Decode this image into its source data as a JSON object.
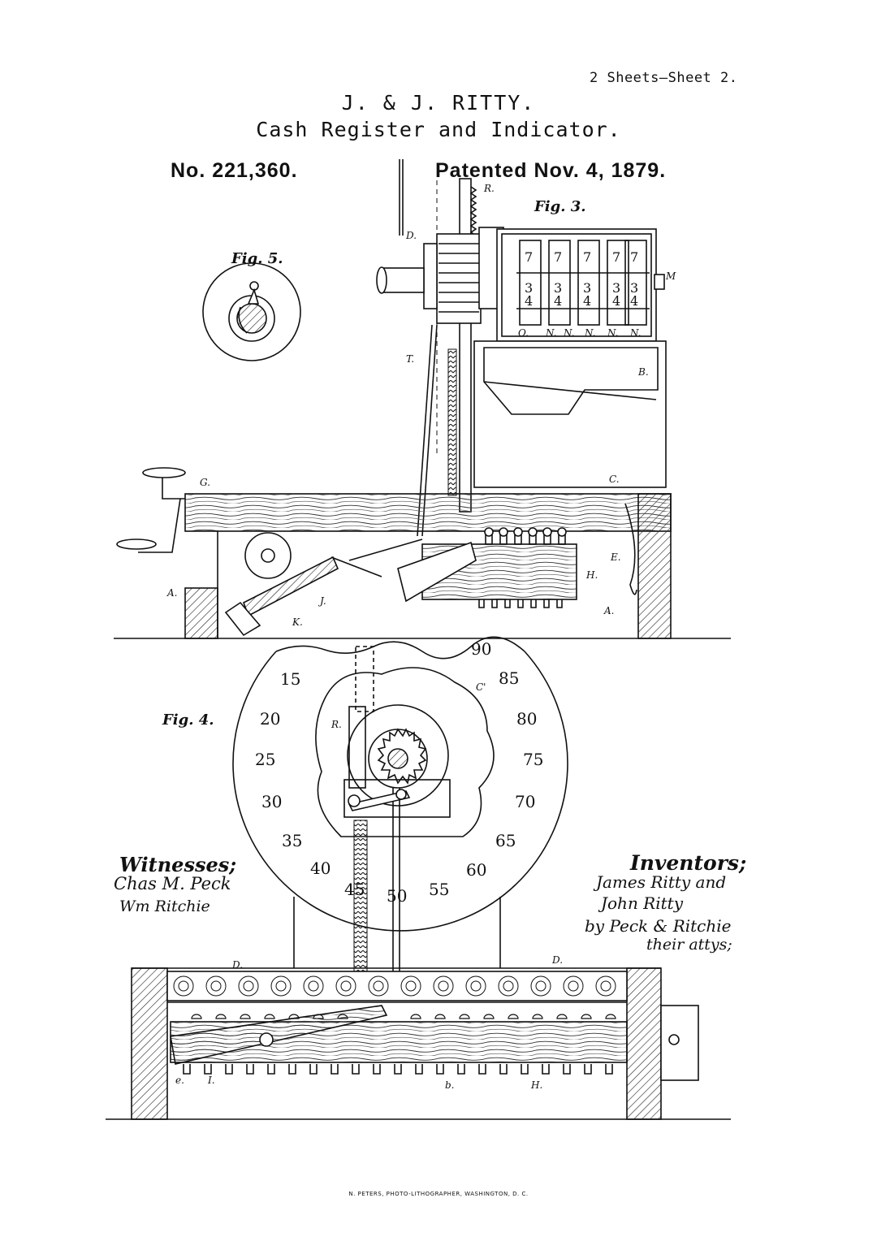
{
  "header": {
    "sheet": "2 Sheets—Sheet 2.",
    "inventor": "J. & J. RITTY.",
    "title": "Cash Register and Indicator.",
    "patent_number": "No. 221,360.",
    "patent_date": "Patented Nov. 4, 1879."
  },
  "figures": {
    "fig3": "Fig. 3.",
    "fig5": "Fig. 5.",
    "fig4": "Fig. 4."
  },
  "dial_numbers": [
    "15",
    "20",
    "25",
    "30",
    "35",
    "40",
    "45",
    "50",
    "55",
    "60",
    "65",
    "70",
    "75",
    "80",
    "85",
    "90"
  ],
  "counter": {
    "digits": [
      "7",
      "7",
      "7",
      "7",
      "7"
    ],
    "digits2": [
      "3",
      "3",
      "3",
      "3",
      "3"
    ],
    "digits3": [
      "4",
      "4",
      "4",
      "4",
      "4"
    ],
    "bottom": [
      "O.",
      "N.",
      "N.",
      "N.",
      "N.",
      "N."
    ]
  },
  "witnesses": {
    "heading": "Witnesses;",
    "name1": "Chas M. Peck",
    "name2": "Wm Ritchie"
  },
  "inventors": {
    "heading": "Inventors;",
    "line1": "James Ritty and",
    "line2": "John Ritty",
    "line3": "by Peck & Ritchie",
    "line4": "their attys;"
  },
  "footer": {
    "printer": "N. PETERS, PHOTO-LITHOGRAPHER, WASHINGTON, D. C."
  }
}
